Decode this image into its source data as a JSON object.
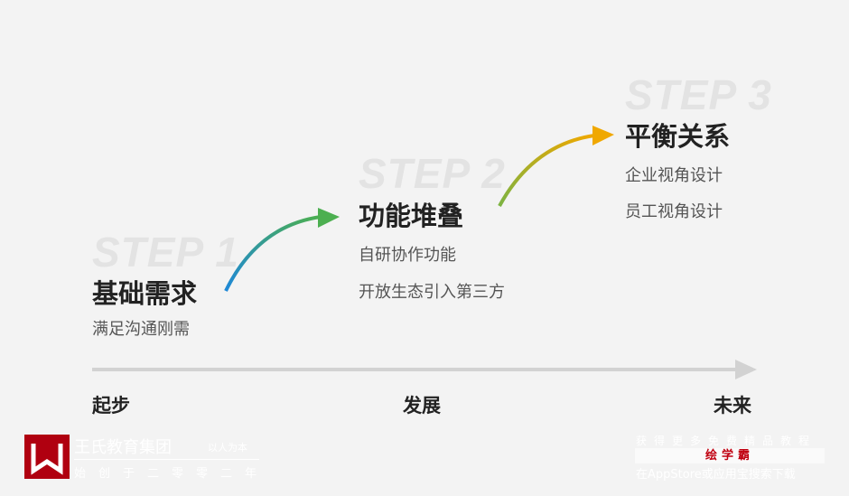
{
  "steps": [
    {
      "label": "STEP 1",
      "title": "基础需求",
      "items": [
        "满足沟通刚需"
      ]
    },
    {
      "label": "STEP 2",
      "title": "功能堆叠",
      "items": [
        "自研协作功能",
        "开放生态引入第三方"
      ]
    },
    {
      "label": "STEP 3",
      "title": "平衡关系",
      "items": [
        "企业视角设计",
        "员工视角设计"
      ]
    }
  ],
  "axis": {
    "start": "起步",
    "middle": "发展",
    "end": "未来"
  },
  "watermark_left": {
    "name": "王氏教育集团",
    "slogan": "以人为本",
    "founded": "始创于二零零二年"
  },
  "watermark_right": {
    "line1": "获得更多免费精品教程",
    "brand": "绘学霸",
    "line3": "在AppStore或应用宝搜索下载"
  },
  "colors": {
    "arrow1_start": "#1e88d8",
    "arrow1_end": "#4caf50",
    "arrow2_start": "#7cb342",
    "arrow2_end": "#f0a800",
    "logo": "#b00010"
  }
}
